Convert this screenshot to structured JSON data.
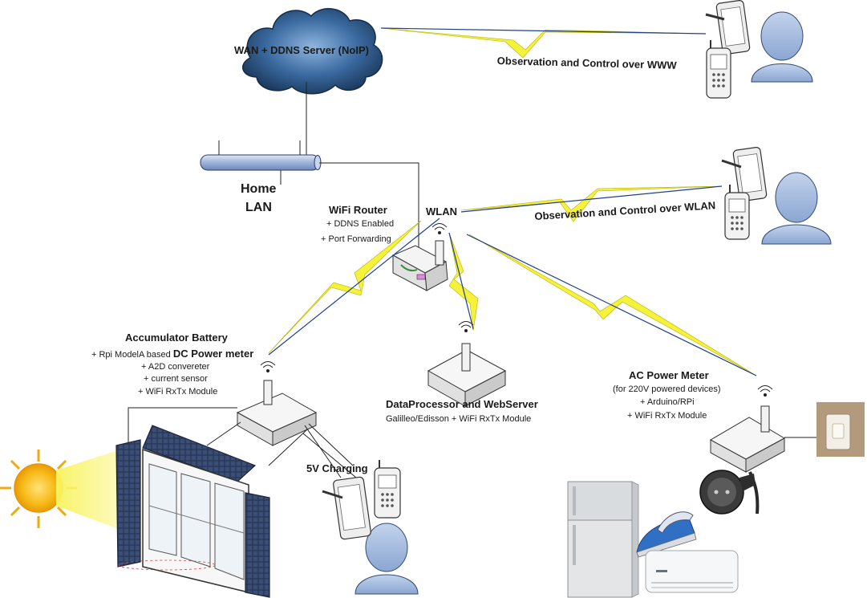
{
  "wan_label": "WAN + DDNS Server (NoIP)",
  "www_label": "Observation and Control over WWW",
  "home_lan": [
    "Home",
    "LAN"
  ],
  "router": {
    "title": "WiFi Router",
    "features": [
      "+ DDNS Enabled",
      "+ Port Forwarding"
    ]
  },
  "wlan_label": "WLAN",
  "wlan_control_label": "Observation and Control over WLAN",
  "battery": {
    "title": "Accumulator Battery",
    "line1_prefix": "+ Rpi ModelA based ",
    "line1_bold": "DC Power meter",
    "features": [
      "+ A2D convereter",
      "+ current sensor",
      "+ WiFi RxTx Module"
    ]
  },
  "dataprocessor": {
    "title": "DataProcessor and WebServer",
    "subtitle": "Galilleo/Edisson +  WiFi RxTx Module"
  },
  "ac_meter": {
    "title": "AC Power Meter",
    "features": [
      "(for 220V powered devices)",
      "+ Arduino/RPi",
      "+  WiFi RxTx Module"
    ]
  },
  "charging_label": "5V Charging",
  "colors": {
    "cloud": "#2c4f7a",
    "person": "#9fb7d9",
    "lightning": "#f2f23a",
    "wire_blue": "#1f3f8f",
    "pipe": "#a9bde0",
    "sun": "#f7c21b",
    "panel": "#2a3550"
  }
}
